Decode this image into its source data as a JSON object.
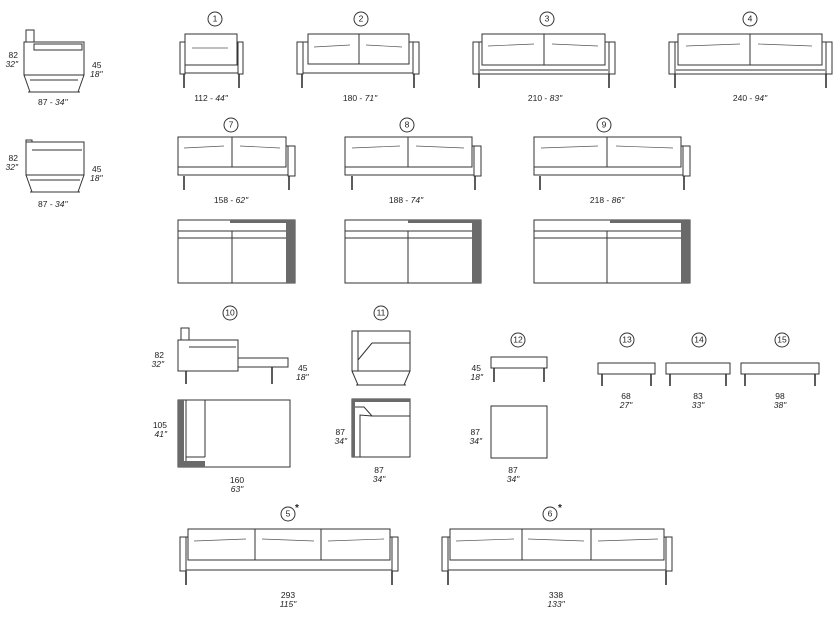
{
  "side_views": [
    {
      "id": "side-back",
      "height_cm": "82",
      "height_in": "32\"",
      "seat_cm": "45",
      "seat_in": "18\"",
      "depth": "87 - ",
      "depth_in": "34\""
    },
    {
      "id": "side-arm",
      "height_cm": "82",
      "height_in": "32\"",
      "seat_cm": "45",
      "seat_in": "18\"",
      "depth": "87 - ",
      "depth_in": "34\""
    }
  ],
  "row1": [
    {
      "num": "1",
      "cm": "112 - ",
      "in": "44\""
    },
    {
      "num": "2",
      "cm": "180 - ",
      "in": "71\""
    },
    {
      "num": "3",
      "cm": "210 - ",
      "in": "83\""
    },
    {
      "num": "4",
      "cm": "240 - ",
      "in": "94\""
    }
  ],
  "row2": [
    {
      "num": "7",
      "cm": "158 - ",
      "in": "62\""
    },
    {
      "num": "8",
      "cm": "188 - ",
      "in": "74\""
    },
    {
      "num": "9",
      "cm": "218 - ",
      "in": "86\""
    }
  ],
  "chaise": {
    "num": "10",
    "height_cm": "82",
    "height_in": "32\"",
    "seat_cm": "45",
    "seat_in": "18\"",
    "depth_cm": "105",
    "depth_in": "41\"",
    "width_cm": "160",
    "width_in": "63\""
  },
  "corner": {
    "num": "11",
    "side_cm": "87",
    "side_in": "34\"",
    "width_cm": "87",
    "width_in": "34\""
  },
  "ottoman": {
    "num": "12",
    "seat_cm": "45",
    "seat_in": "18\"",
    "side_cm": "87",
    "side_in": "34\"",
    "width_cm": "87",
    "width_in": "34\""
  },
  "benches": [
    {
      "num": "13",
      "cm": "68",
      "in": "27\""
    },
    {
      "num": "14",
      "cm": "83",
      "in": "33\""
    },
    {
      "num": "15",
      "cm": "98",
      "in": "38\""
    }
  ],
  "row5": [
    {
      "num": "5",
      "star": "*",
      "cm": "293",
      "in": "115\""
    },
    {
      "num": "6",
      "star": "*",
      "cm": "338",
      "in": "133\""
    }
  ]
}
